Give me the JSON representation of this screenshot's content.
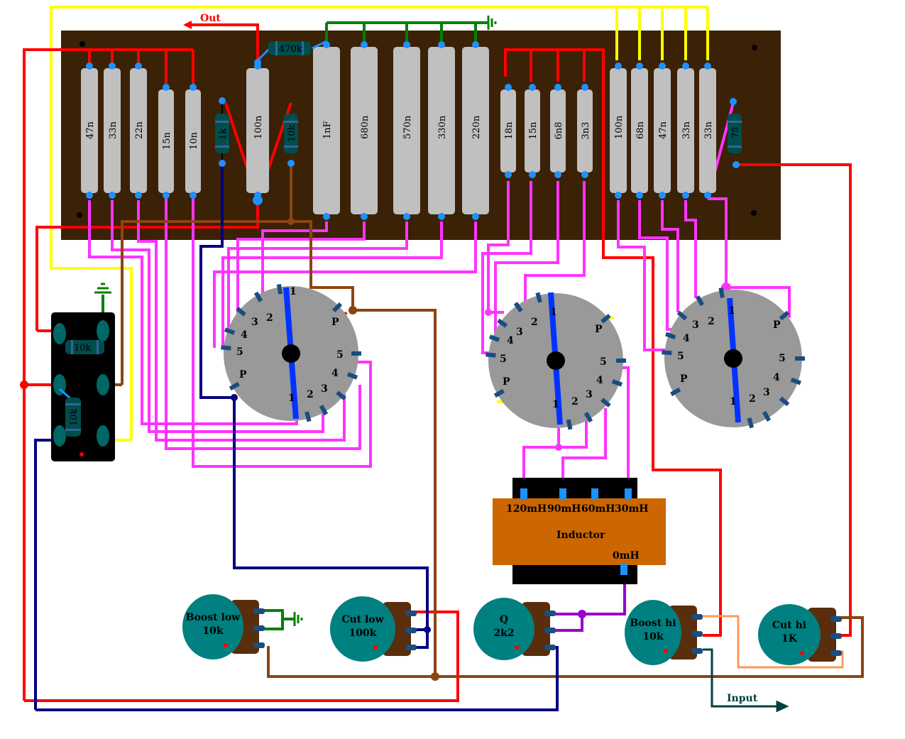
{
  "labels": {
    "out": "Out",
    "input": "Input",
    "inductor": "Inductor"
  },
  "board_left_caps": [
    "47n",
    "33n",
    "22n",
    "15n",
    "10n"
  ],
  "board_resistors": {
    "r1k": "1k",
    "r10k": "10k",
    "r470k": "470k",
    "r75": "75",
    "pcb_r10k_a": "10k",
    "pcb_r10k_b": "10k"
  },
  "board_mid_caps": [
    "100n",
    "1nF",
    "680n",
    "570n",
    "330n",
    "220n"
  ],
  "board_q_caps": [
    "18n",
    "15n",
    "6n8",
    "3n3"
  ],
  "board_right_caps": [
    "100n",
    "68n",
    "47n",
    "33n",
    "33n"
  ],
  "switch_labels": {
    "pole": "P",
    "positions": [
      "1",
      "2",
      "3",
      "4",
      "5"
    ]
  },
  "inductor_taps": [
    "120mH",
    "90mH",
    "60mH",
    "30mH",
    "0mH"
  ],
  "pots": [
    {
      "name": "Boost low",
      "value": "10k"
    },
    {
      "name": "Cut low",
      "value": "100k"
    },
    {
      "name": "Q",
      "value": "2k2"
    },
    {
      "name": "Boost hi",
      "value": "10k"
    },
    {
      "name": "Cut hi",
      "value": "1K"
    }
  ],
  "colors": {
    "board": "#3b2105",
    "component": "#c0c0c0",
    "wire_red": "#ff0000",
    "wire_magenta": "#ff33ff",
    "wire_yellow": "#ffff00",
    "wire_green": "#008000",
    "wire_brown": "#8b4513",
    "wire_navy": "#000080",
    "wire_purple": "#9900cc",
    "wire_orange": "#ff9955",
    "pot_body": "#008080",
    "inductor_body": "#cc6600",
    "switch_body": "#999999"
  }
}
